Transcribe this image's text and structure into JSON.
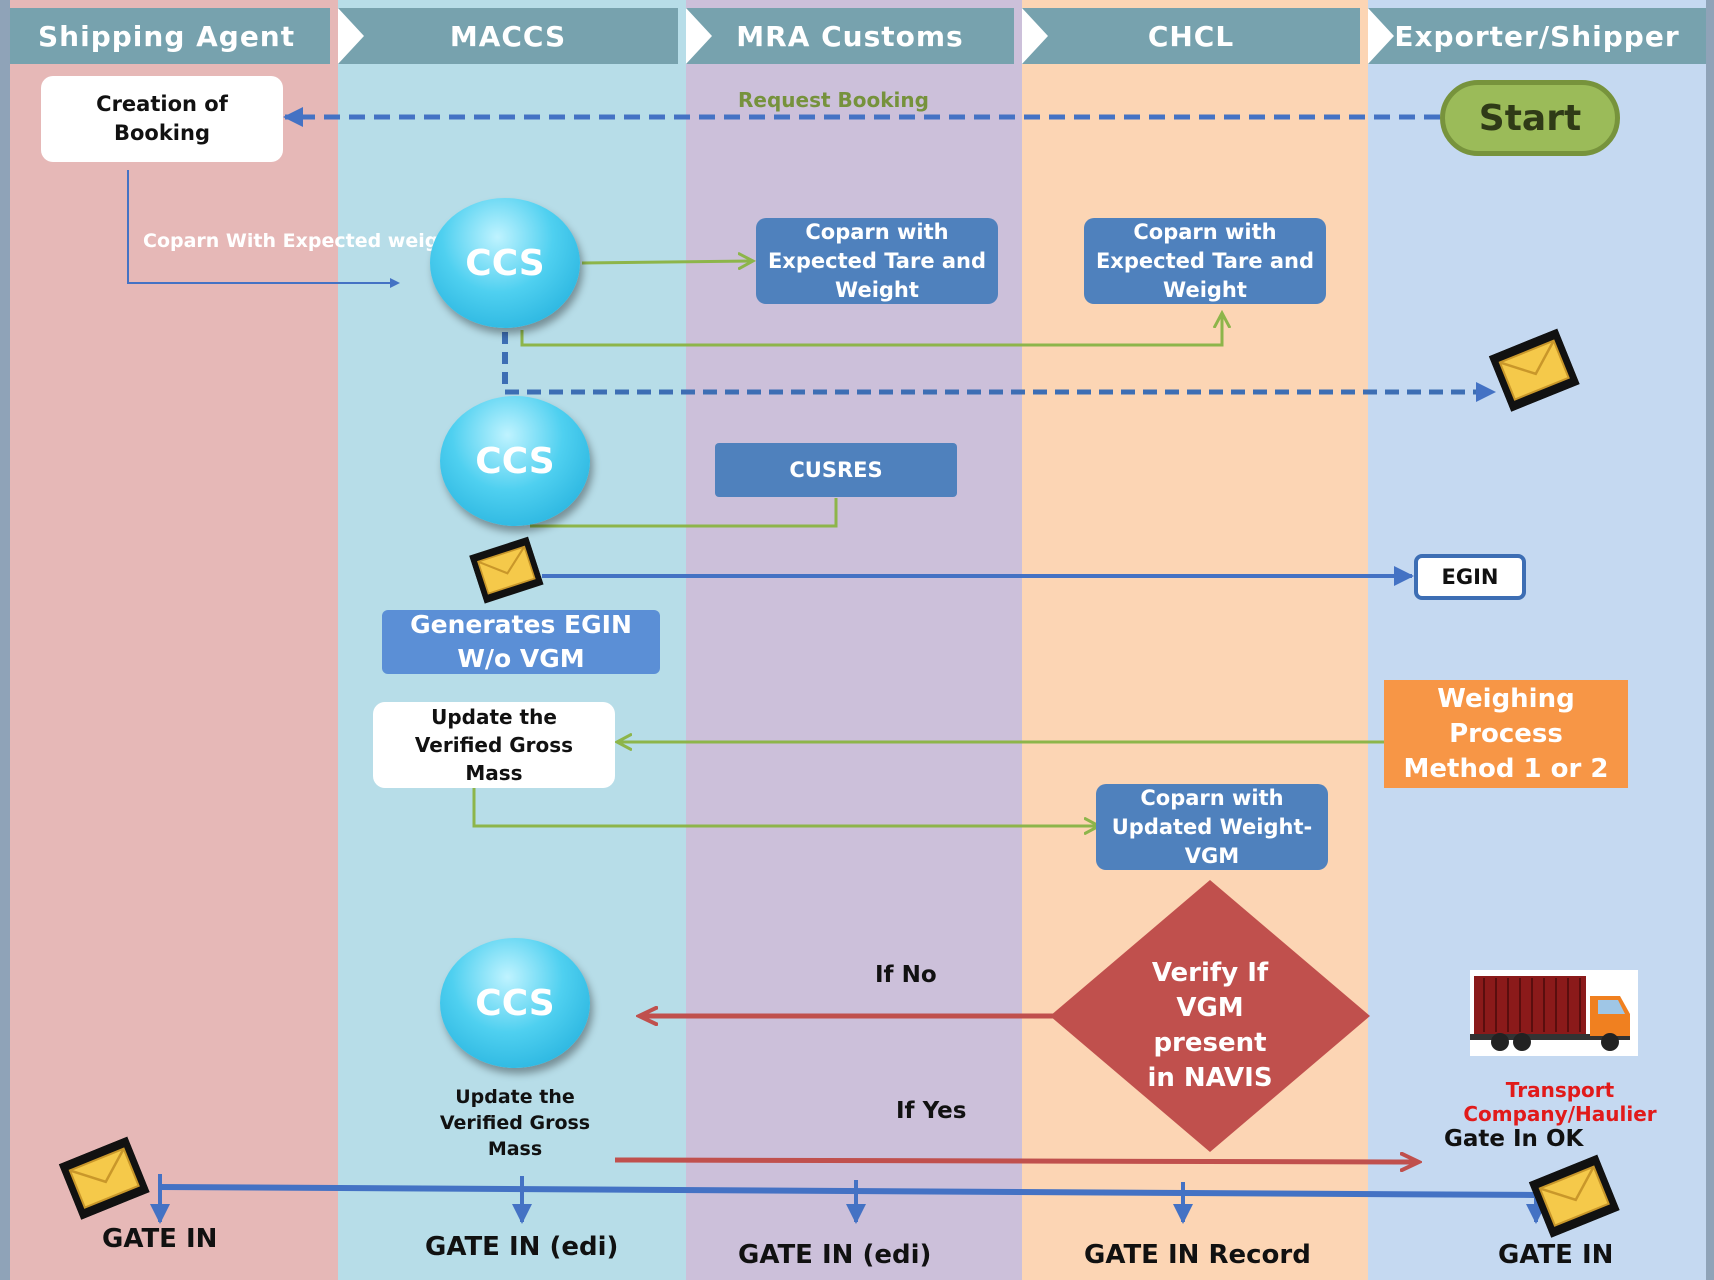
{
  "lanes": [
    {
      "id": "shipping-agent",
      "label": "Shipping Agent",
      "color": "#e6b8b7"
    },
    {
      "id": "maccs",
      "label": "MACCS",
      "color": "#b7dde8"
    },
    {
      "id": "mra-customs",
      "label": "MRA Customs",
      "color": "#ccc0da"
    },
    {
      "id": "chcl",
      "label": "CHCL",
      "color": "#fcd5b4"
    },
    {
      "id": "exporter-shipper",
      "label": "Exporter/Shipper",
      "color": "#c5d9f1"
    }
  ],
  "nodes": {
    "start": "Start",
    "creation_of_booking": "Creation of\nBooking",
    "ccs_1": "CCS",
    "ccs_2": "CCS",
    "ccs_3": "CCS",
    "coparn_mra": "Coparn with\nExpected Tare and\nWeight",
    "coparn_chcl": "Coparn with\nExpected Tare and\nWeight",
    "cusres": "CUSRES",
    "egin": "EGIN",
    "generates_egin": "Generates EGIN\nW/o VGM",
    "update_vgm_box": "Update  the\nVerified Gross\nMass",
    "weighing_process": "Weighing\nProcess\nMethod 1 or 2",
    "coparn_updated": "Coparn with\nUpdated Weight-\nVGM",
    "verify_vgm": "Verify If\nVGM\npresent\nin NAVIS",
    "update_vgm_text": "Update  the\nVerified Gross\nMass",
    "transport_company": "Transport Company/Haulier",
    "gate_in_ok": "Gate In OK"
  },
  "edge_labels": {
    "request_booking": "Request Booking",
    "coparn_expected_weight": "Coparn With Expected weight",
    "if_no": "If No",
    "if_yes": "If Yes"
  },
  "gate_labels": {
    "shipping_agent": "GATE IN",
    "maccs": "GATE IN (edi)",
    "mra_customs": "GATE IN (edi)",
    "chcl": "GATE IN Record",
    "exporter": "GATE IN"
  },
  "icons": [
    "envelope-icon",
    "truck-icon"
  ],
  "colors": {
    "header": "#77a2ae",
    "flow_blue": "#4472c4",
    "flow_green": "#8db54a",
    "flow_red": "#c0504d",
    "transport_label": "#e11a1a",
    "request_label": "#76923c"
  }
}
